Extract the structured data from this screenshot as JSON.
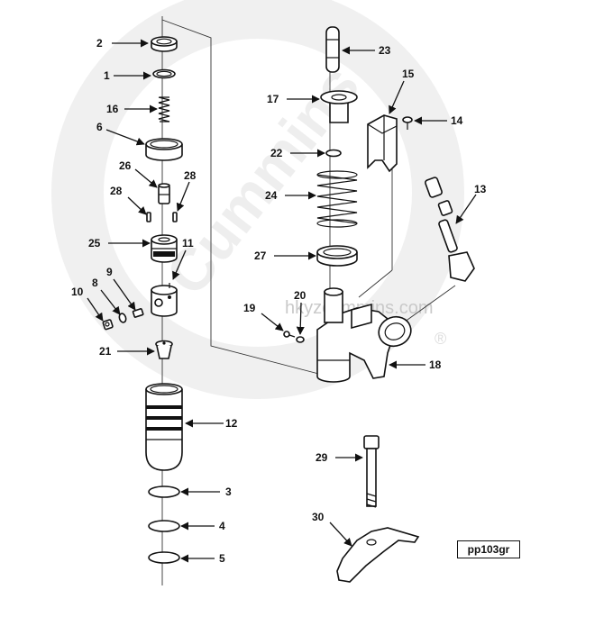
{
  "watermark": {
    "brand": "Cummins",
    "url": "hkyzcummins.com",
    "registered_mark": "®"
  },
  "figure_reference": "pp103gr",
  "callouts": {
    "c1": "1",
    "c2": "2",
    "c3": "3",
    "c4": "4",
    "c5": "5",
    "c6": "6",
    "c8": "8",
    "c9": "9",
    "c10": "10",
    "c11": "11",
    "c12": "12",
    "c13": "13",
    "c14": "14",
    "c15": "15",
    "c16": "16",
    "c17": "17",
    "c18": "18",
    "c19": "19",
    "c20": "20",
    "c21": "21",
    "c22": "22",
    "c23": "23",
    "c24": "24",
    "c25": "25",
    "c26": "26",
    "c27": "27",
    "c28a": "28",
    "c28b": "28",
    "c29": "29",
    "c30": "30"
  }
}
